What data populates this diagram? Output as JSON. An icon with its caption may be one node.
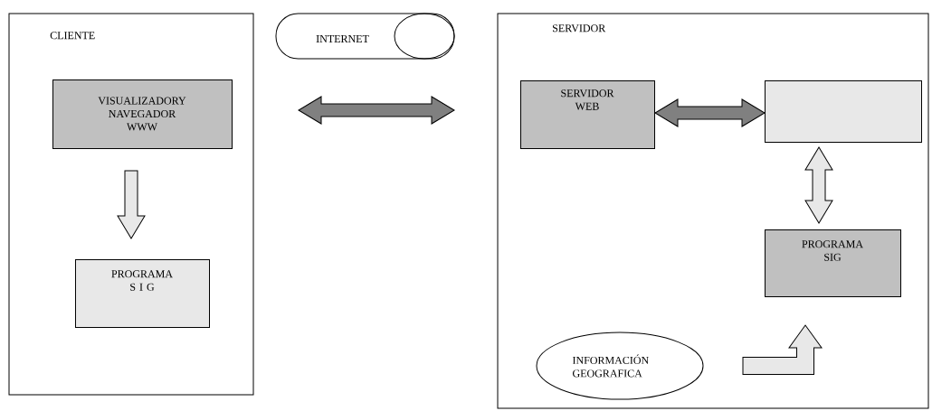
{
  "diagram": {
    "nodes": [
      {
        "text": [
          "CLIENTE"
        ]
      },
      {
        "text": [
          "VISUALIZADORY NAVEGADOR WWW"
        ],
        "in": 0
      },
      {
        "text": [
          "PROGRAMA S I G"
        ],
        "in": 0
      },
      {
        "text": [
          "INTERNET"
        ]
      },
      {
        "text": [
          "SERVIDOR"
        ]
      },
      {
        "text": [
          "SERVIDOR WEB"
        ],
        "in": 4
      },
      {
        "text": [],
        "shape": "box",
        "in": 4
      },
      {
        "text": [
          "PROGRAMA SIG"
        ],
        "in": 4
      },
      {
        "text": [
          "INFORMACIÓN GEOGRAFICA"
        ],
        "in": 4
      }
    ],
    "edges": [
      {
        "from": 1,
        "to": 2,
        "arrow": "to",
        "color": "#e8e8e8"
      },
      {
        "from": 0,
        "to": 4,
        "arrow": "both",
        "color": "#808080"
      },
      {
        "from": 5,
        "to": 6,
        "arrow": "both",
        "color": "#808080"
      },
      {
        "from": 6,
        "to": 7,
        "arrow": "both",
        "color": "#e8e8e8"
      },
      {
        "from": 8,
        "to": 7,
        "arrow": "to",
        "color": "#e8e8e8"
      }
    ]
  }
}
